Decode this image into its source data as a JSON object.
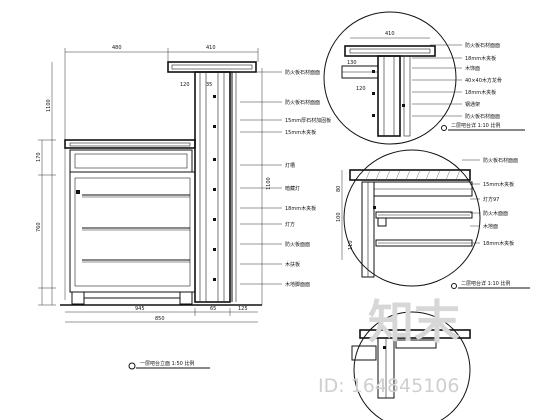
{
  "main": {
    "dims_top": [
      "480",
      "410"
    ],
    "dims_left": [
      "170",
      "760",
      "1100"
    ],
    "dims_right": [
      "1100"
    ],
    "dims_bottom_small": [
      "945",
      "65",
      "125"
    ],
    "dims_bottom_total": "850",
    "dims_inner_small": [
      "120",
      "35"
    ],
    "labels": [
      "防火板石材面面",
      "防火板石材面面",
      "15mm厚石材加固板",
      "15mm木夹板",
      "灯槽",
      "暗藏灯",
      "18mm木夹板",
      "灯方",
      "防火板面面",
      "木扶板",
      "木地脚面面"
    ],
    "title": "一层吧台立面  1:50  比例"
  },
  "detail_top": {
    "dim_top": "410",
    "dim_small": [
      "130",
      "120"
    ],
    "labels": [
      "防火板石材面面",
      "18mm木夹板",
      "木饰面",
      "40×40木方龙骨",
      "18mm木夹板",
      "钢通架",
      "防火板石材面面"
    ],
    "title": "二层吧台详  1:10  比例"
  },
  "detail_mid": {
    "dims": [
      "80",
      "100",
      "110"
    ],
    "labels": [
      "防火板石材面面",
      "15mm木夹板",
      "灯方97",
      "防火木面面",
      "木地面",
      "18mm木夹板"
    ],
    "title": "二层吧台详  1:10  比例"
  },
  "watermark": {
    "logo": "知末",
    "id": "ID: 164845106"
  }
}
